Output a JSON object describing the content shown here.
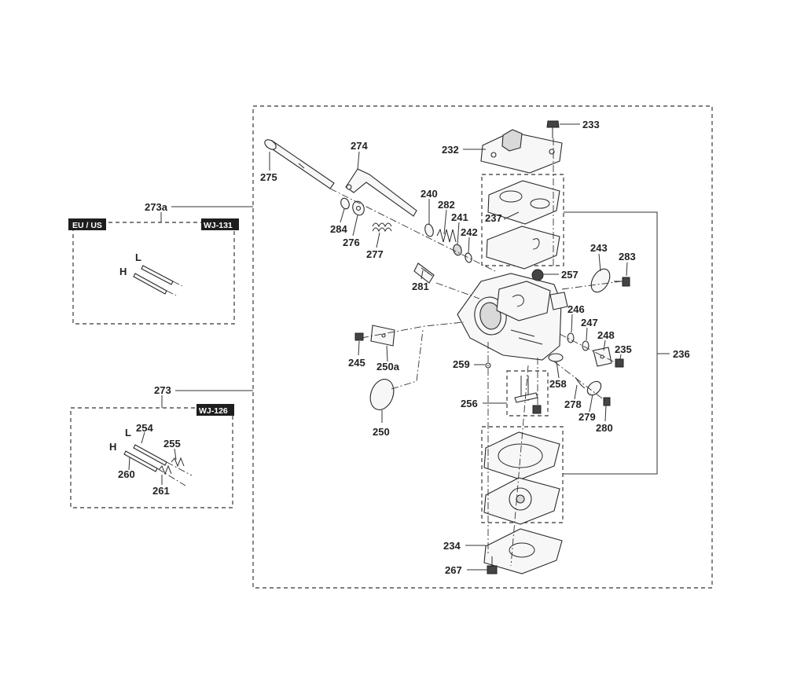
{
  "callouts": {
    "c233": "233",
    "c232": "232",
    "c236": "236",
    "c237": "237",
    "c274": "274",
    "c275": "275",
    "c240": "240",
    "c282": "282",
    "c241": "241",
    "c242": "242",
    "c284": "284",
    "c276": "276",
    "c277": "277",
    "c281": "281",
    "c257": "257",
    "c243": "243",
    "c283": "283",
    "c246": "246",
    "c247": "247",
    "c248": "248",
    "c235": "235",
    "c245": "245",
    "c250a": "250a",
    "c259": "259",
    "c258": "258",
    "c256": "256",
    "c278": "278",
    "c279": "279",
    "c280": "280",
    "c250": "250",
    "c234": "234",
    "c267": "267",
    "c273a": "273a",
    "c273": "273",
    "c254": "254",
    "c255": "255",
    "c260": "260",
    "c261": "261"
  },
  "needle_labels": {
    "top_L": "L",
    "top_H": "H",
    "bottom_L": "L",
    "bottom_H": "H"
  },
  "badges": {
    "eu_us": "EU / US",
    "wj131": "WJ-131",
    "wj126": "WJ-126"
  }
}
